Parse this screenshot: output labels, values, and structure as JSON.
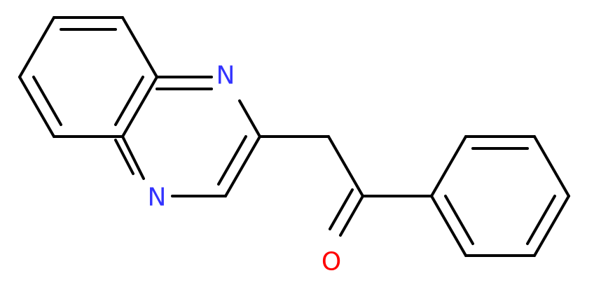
{
  "molecule": {
    "atoms": {
      "n1": {
        "symbol": "N",
        "color": "#3333ff"
      },
      "n4": {
        "symbol": "N",
        "color": "#3333ff"
      },
      "o": {
        "symbol": "O",
        "color": "#ff0000"
      }
    },
    "bond_color": "#000000",
    "background": "#ffffff"
  }
}
